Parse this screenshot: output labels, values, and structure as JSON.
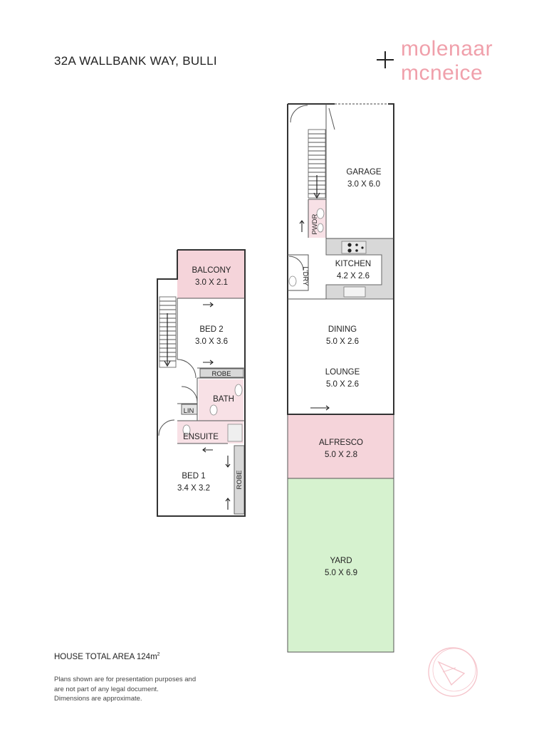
{
  "header": {
    "address": "32A WALLBANK WAY, BULLI",
    "brand_line1": "molenaar",
    "brand_line2": "mcneice"
  },
  "footer": {
    "total_area_label": "HOUSE TOTAL AREA 124m",
    "total_area_sup": "2",
    "disclaimer_line1": "Plans shown are for presentation purposes and",
    "disclaimer_line2": "are not part of any legal document.",
    "disclaimer_line3": "Dimensions are approximate."
  },
  "upper_floor": {
    "balcony": {
      "name": "BALCONY",
      "dims": "3.0 X 2.1"
    },
    "bed2": {
      "name": "BED 2",
      "dims": "3.0 X 3.6"
    },
    "robe_bed2": {
      "name": "ROBE"
    },
    "bath": {
      "name": "BATH"
    },
    "lin": {
      "name": "LIN"
    },
    "ensuite": {
      "name": "ENSUITE"
    },
    "bed1": {
      "name": "BED 1",
      "dims": "3.4 X 3.2"
    },
    "robe_bed1": {
      "name": "ROBE"
    }
  },
  "ground_floor": {
    "garage": {
      "name": "GARAGE",
      "dims": "3.0 X 6.0"
    },
    "pwdr": {
      "name": "PWDR"
    },
    "kitchen": {
      "name": "KITCHEN",
      "dims": "4.2 X 2.6"
    },
    "ldry": {
      "name": "L'DRY"
    },
    "dining": {
      "name": "DINING",
      "dims": "5.0 X 2.6"
    },
    "lounge": {
      "name": "LOUNGE",
      "dims": "5.0 X 2.6"
    },
    "alfresco": {
      "name": "ALFRESCO",
      "dims": "5.0 X 2.8"
    },
    "yard": {
      "name": "YARD",
      "dims": "5.0 X 6.9"
    }
  },
  "colors": {
    "outdoor_pink": "#f5d4da",
    "wet_area_pink": "#f8e1e6",
    "yard_green": "#d6f2cf",
    "fixture_grey": "#d8d8d8",
    "brand_pink": "#f0a0ab"
  }
}
